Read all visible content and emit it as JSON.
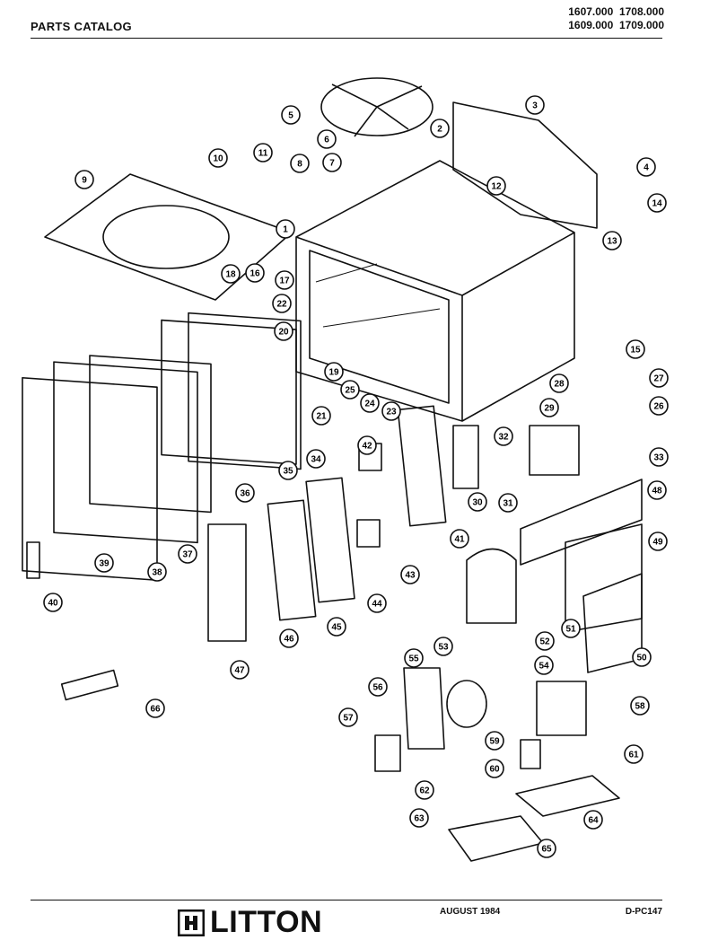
{
  "header": {
    "title": "PARTS CATALOG",
    "models_row1": "1607.000  1708.000",
    "models_row2": "1609.000  1709.000"
  },
  "callouts": [
    "1",
    "2",
    "3",
    "4",
    "5",
    "6",
    "7",
    "8",
    "9",
    "10",
    "11",
    "12",
    "13",
    "14",
    "15",
    "16",
    "17",
    "18",
    "19",
    "20",
    "21",
    "22",
    "23",
    "24",
    "25",
    "26",
    "27",
    "28",
    "29",
    "30",
    "31",
    "32",
    "33",
    "34",
    "35",
    "36",
    "37",
    "38",
    "39",
    "40",
    "41",
    "42",
    "43",
    "44",
    "45",
    "46",
    "47",
    "48",
    "49",
    "50",
    "51",
    "52",
    "53",
    "54",
    "55",
    "56",
    "57",
    "58",
    "59",
    "60",
    "61",
    "62",
    "63",
    "64",
    "65",
    "66"
  ],
  "footer": {
    "brand": "LITTON",
    "date": "AUGUST 1984",
    "code": "D-PC147"
  }
}
